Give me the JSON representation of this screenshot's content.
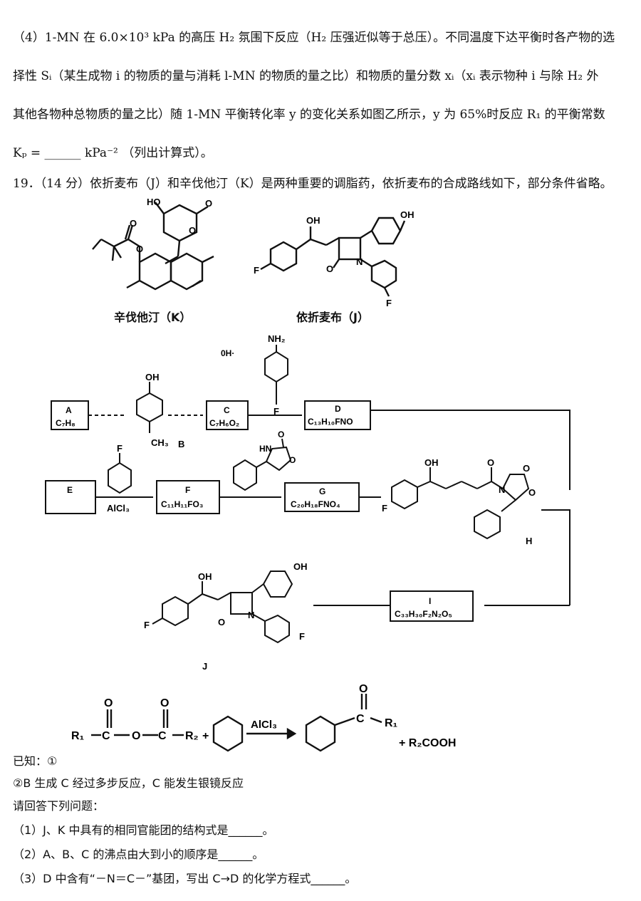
{
  "para4": {
    "line1": "（4）1-MN 在 6.0×10³ kPa 的高压 H₂ 氛围下反应（H₂ 压强近似等于总压）。不同温度下达平衡时各产物的选",
    "line2": "择性 Sᵢ（某生成物 i 的物质的量与消耗 l-MN 的物质的量之比）和物质的量分数 xᵢ（xᵢ 表示物种 i 与除 H₂ 外",
    "line3": "其他各物种总物质的量之比）随 1-MN 平衡转化率 y 的变化关系如图乙所示，y 为 65%时反应 R₁ 的平衡常数",
    "line4": "Kₚ = ______ kPa⁻² （列出计算式）。"
  },
  "q19": {
    "intro": "19．（14 分）依折麦布（J）和辛伐他汀（K）是两种重要的调脂药，依折麦布的合成路线如下，部分条件省略。",
    "k_caption": "辛伐他汀（K）",
    "j_caption": "依折麦布（J）"
  },
  "route": {
    "A_label": "A",
    "A_formula": "C₇H₈",
    "B_label": "B",
    "C_label": "C",
    "C_formula": "C₇H₆O₂",
    "D_label": "D",
    "D_formula": "C₁₃H₁₀FNO",
    "E_label": "E",
    "F_label": "F",
    "F_formula": "C₁₁H₁₁FO₃",
    "G_label": "G",
    "G_formula": "C₂₀H₁₈FNO₄",
    "H_label": "H",
    "I_label": "I",
    "I_formula": "C₃₃H₃₀F₂N₂O₅",
    "J_label": "J",
    "reagent_alcl3": "AlCl₃",
    "mark_oh": "0H·"
  },
  "known": {
    "label": "已知：①",
    "reaction_alcl3": "AlCl₃",
    "r1": "R₁",
    "r2": "R₂",
    "plus": "+",
    "product_acid": "+ R₂COOH",
    "note2": "②B 生成 C 经过多步反应，C 能发生银镜反应"
  },
  "questions": {
    "prompt": "请回答下列问题：",
    "q1": "（1）J、K 中具有的相同官能团的结构式是______。",
    "q2": "（2）A、B、C 的沸点由大到小的顺序是______。",
    "q3": "（3）D 中含有“－N＝C－”基团，写出 C→D 的化学方程式______。"
  }
}
